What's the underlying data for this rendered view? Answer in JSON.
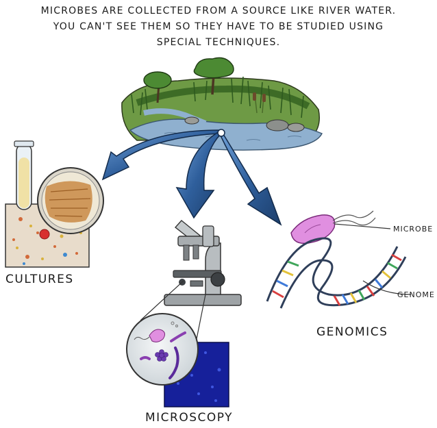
{
  "caption": {
    "line1": "MICROBES ARE COLLECTED FROM A SOURCE LIKE RIVER WATER.",
    "line2": "YOU CAN'T SEE THEM SO THEY HAVE TO BE STUDIED USING",
    "line3": "SPECIAL TECHNIQUES."
  },
  "labels": {
    "cultures": "CULTURES",
    "microscopy": "MICROSCOPY",
    "genomics": "GENOMICS",
    "microbe": "MICROBE",
    "genome": "GENOME"
  },
  "colors": {
    "arrow_fill": "#2f5f9c",
    "arrow_dark": "#1c3e6b",
    "water": "#8fb0cf",
    "grass": "#4f8a34",
    "microbe_pink": "#e08fe0",
    "plate_tan": "#d9b27a",
    "fluor_blue": "#16209a"
  }
}
